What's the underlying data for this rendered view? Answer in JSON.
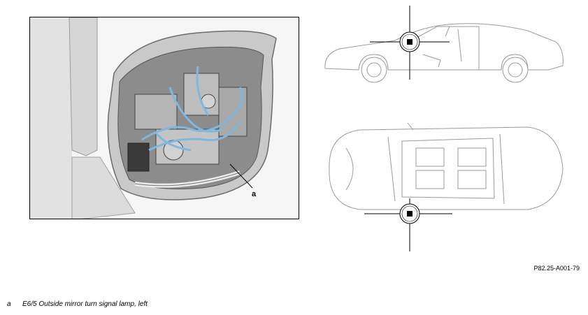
{
  "detail_view": {
    "callout": "a"
  },
  "figure_id": "P82.25-A001-79",
  "legend": [
    {
      "key": "a",
      "text": "E6/5 Outside mirror turn signal lamp, left"
    }
  ],
  "colors": {
    "cable": "#7fb8de",
    "line": "#000000",
    "housing": "#cfcfcf"
  }
}
